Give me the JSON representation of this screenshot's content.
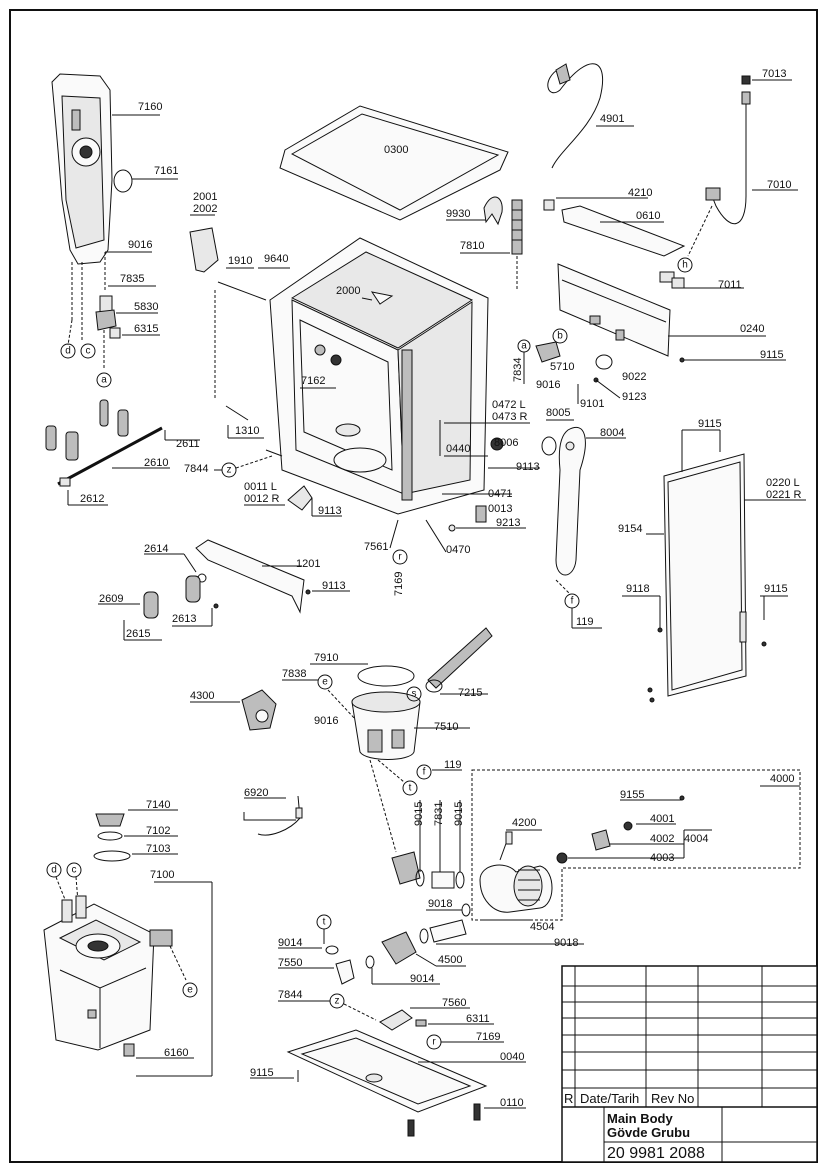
{
  "labels": {
    "p7160": "7160",
    "p7161": "7161",
    "p9016a": "9016",
    "p7835": "7835",
    "p5830": "5830",
    "p6315": "6315",
    "p2001": "2001",
    "p2002": "2002",
    "p1910": "1910",
    "p9640": "9640",
    "p2000": "2000",
    "p0300": "0300",
    "p4901": "4901",
    "p7013": "7013",
    "p7010": "7010",
    "p4210": "4210",
    "p0610": "0610",
    "p9930": "9930",
    "p7810": "7810",
    "p7011": "7011",
    "p0240": "0240",
    "p9115a": "9115",
    "p7834": "7834",
    "p5710": "5710",
    "p9016b": "9016",
    "p9022": "9022",
    "p9101": "9101",
    "p9123": "9123",
    "p7162": "7162",
    "p1310": "1310",
    "p2611": "2611",
    "p2610": "2610",
    "p2612": "2612",
    "p7844a": "7844",
    "p0011": "0011 L",
    "p0012": "0012 R",
    "p9113a": "9113",
    "p0472": "0472 L",
    "p0473": "0473 R",
    "p8005": "8005",
    "p8004": "8004",
    "p0440": "0440",
    "p8006": "8006",
    "p9113b": "9113",
    "p0471": "0471",
    "p0013": "0013",
    "p9213": "9213",
    "p0470": "0470",
    "p7561": "7561",
    "p7169a": "7169",
    "p9115b": "9115",
    "p0220": "0220 L",
    "p0221": "0221 R",
    "p9154": "9154",
    "p2614": "2614",
    "p1201": "1201",
    "p9113c": "9113",
    "p2609": "2609",
    "p2613": "2613",
    "p2615": "2615",
    "p119a": "119",
    "p9118": "9118",
    "p9115c": "9115",
    "p7910": "7910",
    "p7838": "7838",
    "p4300": "4300",
    "p9016c": "9016",
    "p7215": "7215",
    "p7510": "7510",
    "p119b": "119",
    "p4000": "4000",
    "p6920": "6920",
    "p9155": "9155",
    "p4001": "4001",
    "p4002": "4002",
    "p4004": "4004",
    "p4003": "4003",
    "p9015a": "9015",
    "p7831": "7831",
    "p9015b": "9015",
    "p4200": "4200",
    "p7140": "7140",
    "p7102": "7102",
    "p7103": "7103",
    "p7100": "7100",
    "p9018a": "9018",
    "p4504": "4504",
    "p9018b": "9018",
    "p9014a": "9014",
    "p4500": "4500",
    "p7550": "7550",
    "p9014b": "9014",
    "p7844b": "7844",
    "p7560": "7560",
    "p6311": "6311",
    "p7169b": "7169",
    "p0040": "0040",
    "p6160": "6160",
    "p9115d": "9115",
    "p0110": "0110"
  },
  "callouts": {
    "a1": "a",
    "a2": "a",
    "b": "b",
    "c1": "c",
    "c2": "c",
    "d1": "d",
    "d2": "d",
    "e1": "e",
    "e2": "e",
    "f1": "f",
    "f2": "f",
    "h": "h",
    "r1": "r",
    "r2": "r",
    "s": "s",
    "t1": "t",
    "t2": "t",
    "z1": "z",
    "z2": "z"
  },
  "title_block": {
    "rev_marker": "R",
    "date_label": "Date/Tarih",
    "rev_label": "Rev No",
    "title_en": "Main Body",
    "title_tr": "Gövde Grubu",
    "drawing_number": "20 9981 2088"
  }
}
